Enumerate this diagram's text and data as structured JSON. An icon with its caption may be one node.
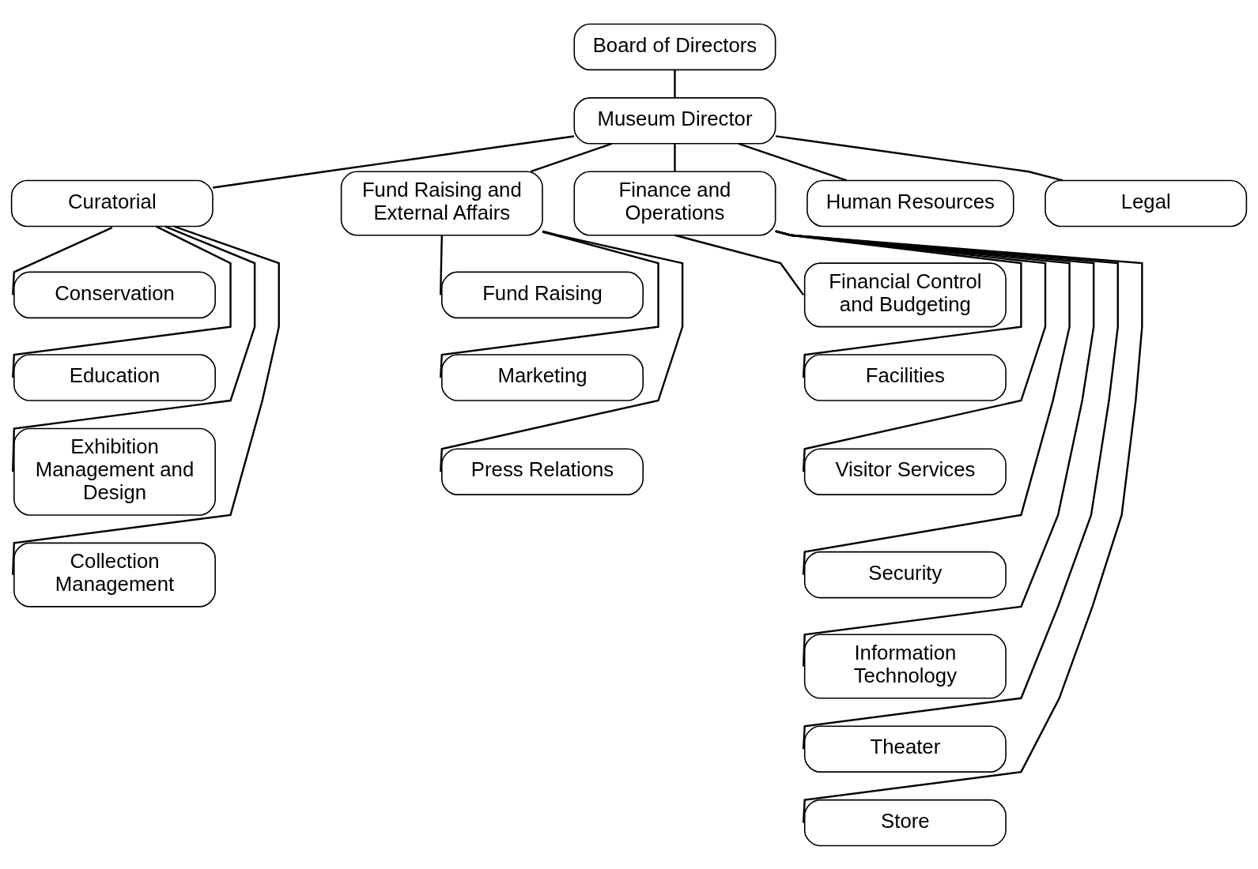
{
  "diagram": {
    "nodes": [
      {
        "text": [
          "Board of Directors"
        ]
      },
      {
        "text": [
          "Museum Director"
        ]
      },
      {
        "text": [
          "Curatorial"
        ]
      },
      {
        "text": [
          "Fund Raising and External Affairs"
        ]
      },
      {
        "text": [
          "Finance and Operations"
        ]
      },
      {
        "text": [
          "Human Resources"
        ]
      },
      {
        "text": [
          "Legal"
        ]
      },
      {
        "text": [
          "Conservation"
        ]
      },
      {
        "text": [
          "Education"
        ]
      },
      {
        "text": [
          "Exhibition Management and Design"
        ]
      },
      {
        "text": [
          "Collection Management"
        ]
      },
      {
        "text": [
          "Fund Raising"
        ]
      },
      {
        "text": [
          "Marketing"
        ]
      },
      {
        "text": [
          "Press Relations"
        ]
      },
      {
        "text": [
          "Financial Control and Budgeting"
        ]
      },
      {
        "text": [
          "Facilities"
        ]
      },
      {
        "text": [
          "Visitor Services"
        ]
      },
      {
        "text": [
          "Security"
        ]
      },
      {
        "text": [
          "Information Technology"
        ]
      },
      {
        "text": [
          "Theater"
        ]
      },
      {
        "text": [
          "Store"
        ]
      }
    ],
    "edges": [
      {
        "from": 0,
        "to": 1,
        "arrow": "none"
      },
      {
        "from": 1,
        "to": 2,
        "arrow": "none"
      },
      {
        "from": 1,
        "to": 3,
        "arrow": "none"
      },
      {
        "from": 1,
        "to": 4,
        "arrow": "none"
      },
      {
        "from": 1,
        "to": 5,
        "arrow": "none"
      },
      {
        "from": 1,
        "to": 6,
        "arrow": "none"
      },
      {
        "from": 2,
        "to": 7,
        "arrow": "none"
      },
      {
        "from": 2,
        "to": 8,
        "arrow": "none"
      },
      {
        "from": 2,
        "to": 9,
        "arrow": "none"
      },
      {
        "from": 2,
        "to": 10,
        "arrow": "none"
      },
      {
        "from": 3,
        "to": 11,
        "arrow": "none"
      },
      {
        "from": 3,
        "to": 12,
        "arrow": "none"
      },
      {
        "from": 3,
        "to": 13,
        "arrow": "none"
      },
      {
        "from": 4,
        "to": 14,
        "arrow": "none"
      },
      {
        "from": 4,
        "to": 15,
        "arrow": "none"
      },
      {
        "from": 4,
        "to": 16,
        "arrow": "none"
      },
      {
        "from": 4,
        "to": 17,
        "arrow": "none"
      },
      {
        "from": 4,
        "to": 18,
        "arrow": "none"
      },
      {
        "from": 4,
        "to": 19,
        "arrow": "none"
      },
      {
        "from": 4,
        "to": 20,
        "arrow": "none"
      }
    ]
  }
}
